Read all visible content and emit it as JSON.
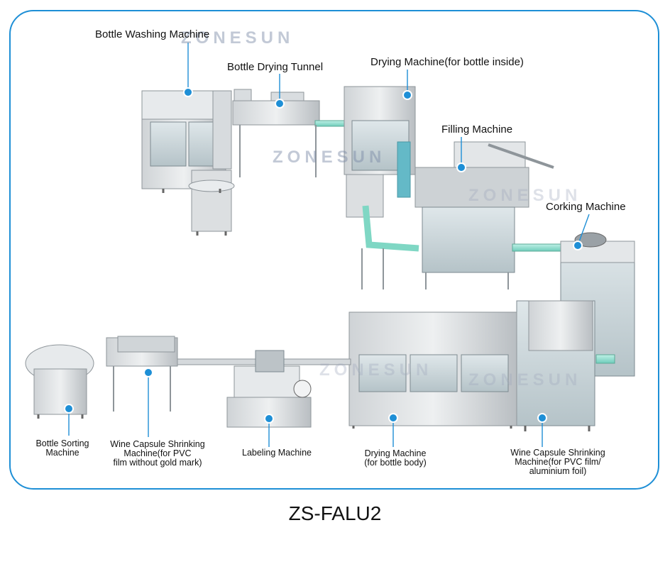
{
  "model": "ZS-FALU2",
  "watermark": "ZONESUN",
  "accent_color": "#1e8fd6",
  "labels": {
    "bottle_washing": "Bottle Washing Machine",
    "bottle_drying_tunnel": "Bottle Drying Tunnel",
    "drying_inside": "Drying Machine(for bottle inside)",
    "filling": "Filling Machine",
    "corking": "Corking Machine",
    "bottle_sorting": [
      "Bottle Sorting",
      "Machine"
    ],
    "capsule_pvc": [
      "Wine Capsule Shrinking",
      "Machine(for PVC",
      "film without gold mark)"
    ],
    "labeling": "Labeling Machine",
    "drying_body": [
      "Drying Machine",
      "(for bottle body)"
    ],
    "capsule_foil": [
      "Wine Capsule Shrinking",
      "Machine(for PVC film/",
      "aluminium foil)"
    ]
  }
}
